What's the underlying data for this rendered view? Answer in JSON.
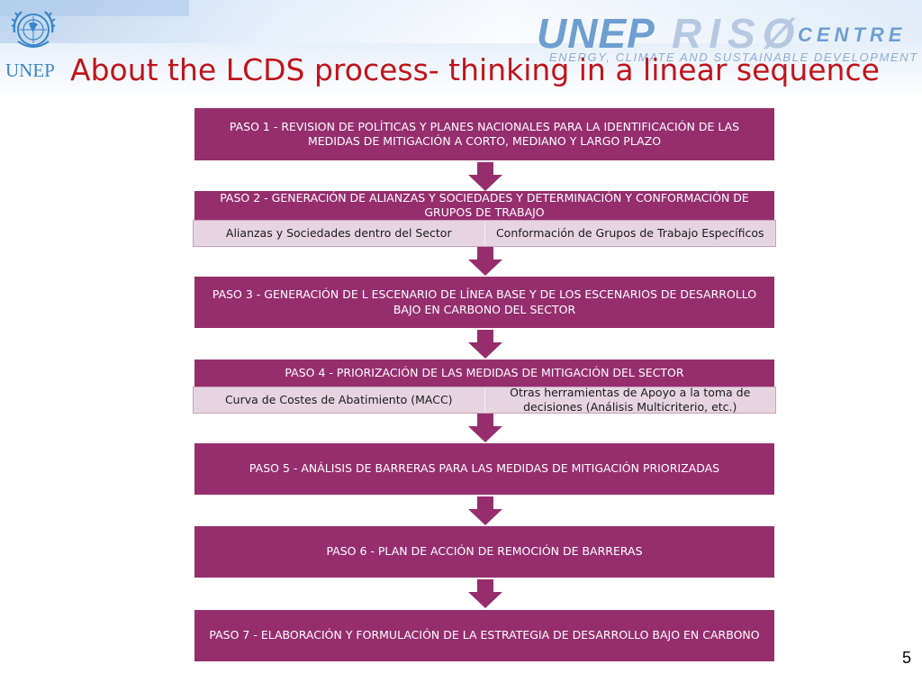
{
  "header": {
    "org_logo_text": "UNEP",
    "brand_unep": "UNEP",
    "brand_riso": "RISØ",
    "brand_centre": "CENTRE",
    "brand_tagline": "ENERGY, CLIMATE AND SUSTAINABLE DEVELOPMENT",
    "title": "About the LCDS process- thinking in a linear sequence"
  },
  "colors": {
    "step_fill": "#962e6e",
    "sub_fill": "#e6d5e1",
    "title_red": "#c0141c",
    "brand_blue": "#6e9fd1"
  },
  "flow": {
    "step1": "PASO 1 - REVISION DE POLÍTICAS Y PLANES NACIONALES PARA LA IDENTIFICACIÓN DE LAS MEDIDAS DE MITIGACIÓN A CORTO, MEDIANO Y LARGO PLAZO",
    "step2": "PASO 2 - GENERACIÓN DE ALIANZAS Y SOCIEDADES Y DETERMINACIÓN Y CONFORMACIÓN DE GRUPOS DE TRABAJO",
    "step2_sub": [
      "Alianzas y Sociedades dentro del Sector",
      "Conformación de Grupos de Trabajo Específicos"
    ],
    "step3": "PASO 3 - GENERACIÓN DE L ESCENARIO DE LÍNEA BASE Y DE LOS ESCENARIOS DE DESARROLLO BAJO EN CARBONO DEL SECTOR",
    "step4": "PASO 4 - PRIORIZACIÓN DE LAS MEDIDAS DE MITIGACIÓN DEL SECTOR",
    "step4_sub": [
      "Curva de Costes de Abatimiento (MACC)",
      "Otras herramientas de Apoyo a la toma de decisiones (Análisis Multicriterio, etc.)"
    ],
    "step5": "PASO 5 - ANÁLISIS DE BARRERAS PARA LAS MEDIDAS DE MITIGACIÓN PRIORIZADAS",
    "step6": "PASO 6 - PLAN DE ACCIÓN DE REMOCIÓN DE BARRERAS",
    "step7": "PASO 7 - ELABORACIÓN Y FORMULACIÓN DE LA ESTRATEGIA DE DESARROLLO BAJO EN CARBONO"
  },
  "page_number": "5"
}
